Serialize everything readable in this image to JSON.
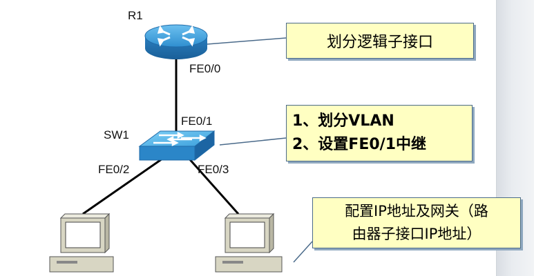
{
  "nodes": {
    "router_name": "R1",
    "router_port": "FE0/0",
    "switch_name": "SW1",
    "switch_port_up": "FE0/1",
    "switch_port_left": "FE0/2",
    "switch_port_right": "FE0/3"
  },
  "callouts": {
    "router_note": "划分逻辑子接口",
    "switch_note_1": "1、划分VLAN",
    "switch_note_2": "2、设置FE0/1中继",
    "pc_note_1": "配置IP地址及网关（路",
    "pc_note_2": "由器子接口IP地址）"
  },
  "colors": {
    "router_blue": "#2e8fd0",
    "switch_blue": "#3aa0dc",
    "callout_fill": "#ffffc2",
    "pc_beige": "#d8d6c3"
  },
  "icons": [
    "router-icon",
    "switch-icon",
    "pc-icon"
  ]
}
